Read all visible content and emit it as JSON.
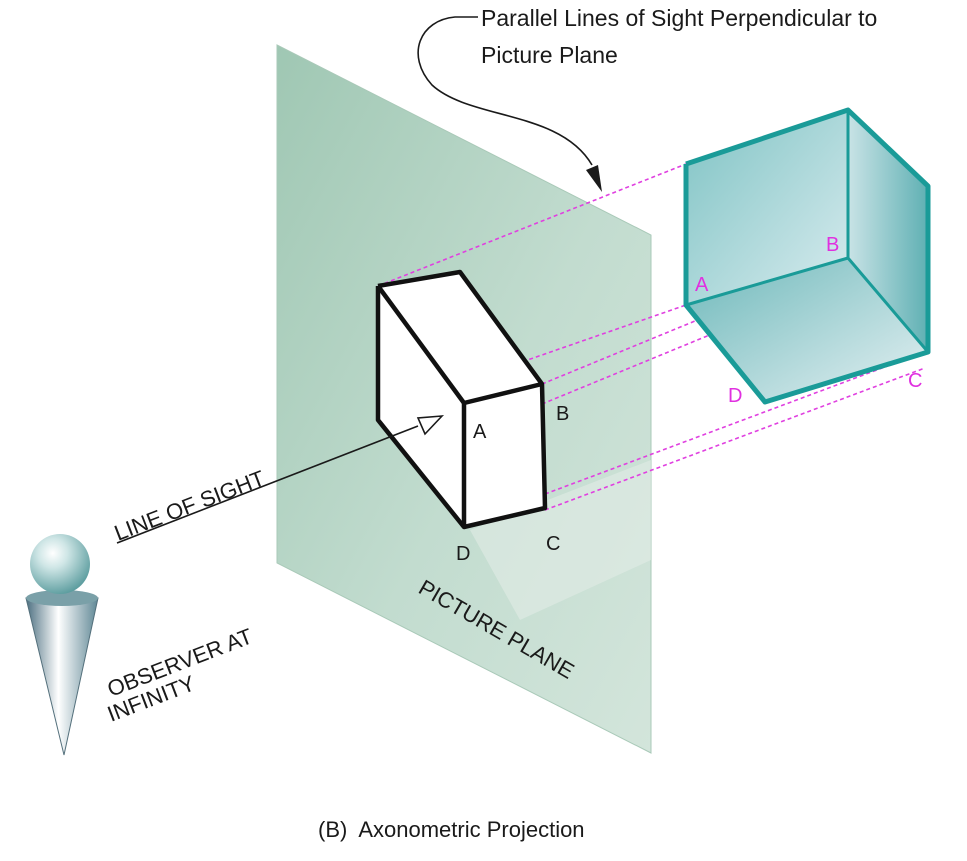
{
  "annotation": {
    "line1": "Parallel Lines of Sight Perpendicular to",
    "line2": "Picture Plane"
  },
  "labels": {
    "line_of_sight": "LINE OF SIGHT",
    "observer_line1": "OBSERVER AT",
    "observer_line2": "INFINITY",
    "picture_plane": "PICTURE PLANE"
  },
  "projected_box_vertices": {
    "a": "A",
    "b": "B",
    "c": "C",
    "d": "D"
  },
  "object_vertices": {
    "a": "A",
    "b": "B",
    "c": "C",
    "d": "D"
  },
  "caption": "(B)  Axonometric Projection",
  "colors": {
    "picture_plane": "#b9d6c6",
    "object_cube": "#1a9b98",
    "projection_lines": "#e040e0",
    "vertex_labels": "#e030e0",
    "text": "#1a1a1a"
  }
}
